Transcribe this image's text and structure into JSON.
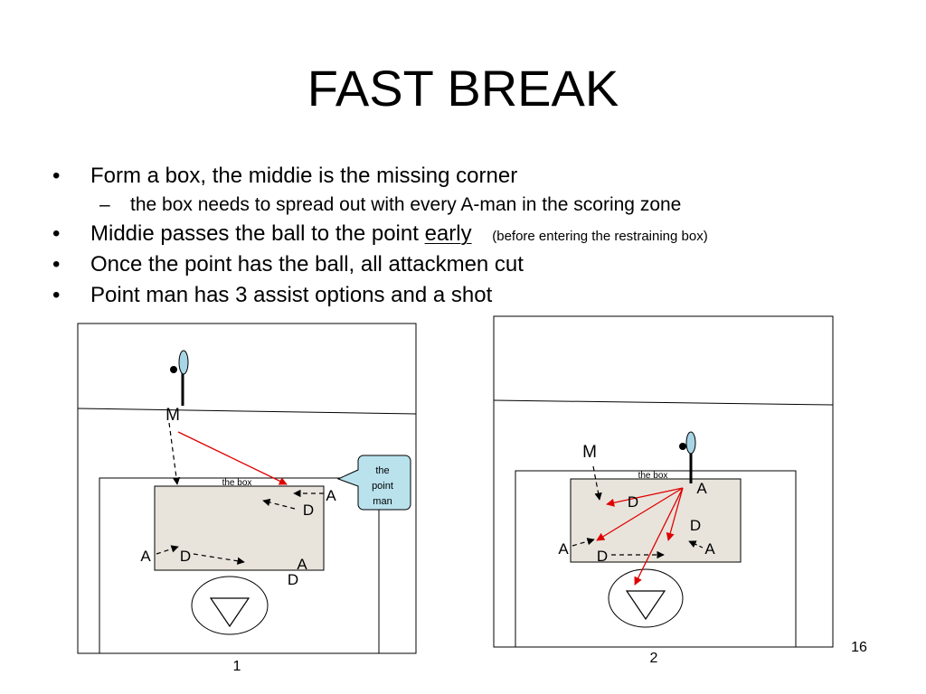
{
  "slide": {
    "title": "FAST BREAK",
    "page_number": "16"
  },
  "bullets": {
    "b1": "Form a box, the middie is the missing corner",
    "b1_sub": "the box needs to spread out with every A-man in the scoring zone",
    "b2_pre": "Middie passes the ball to the point ",
    "b2_emph": "early",
    "b2_note": "(before entering the restraining box)",
    "b3": "Once the point has the ball, all attackmen cut",
    "b4": "Point man has 3 assist options and a shot",
    "bullet_char": "•",
    "dash_char": "–"
  },
  "diagram1": {
    "caption": "1",
    "box_label": "the box",
    "callout_line1": "the",
    "callout_line2": "point",
    "callout_line3": "man",
    "players": {
      "m": "M",
      "a1": "A",
      "d1": "D",
      "a2": "A",
      "d2": "D",
      "a3": "A",
      "d3": "D"
    }
  },
  "diagram2": {
    "caption": "2",
    "box_label": "the box",
    "players": {
      "m": "M",
      "a1": "A",
      "d1": "D",
      "d2": "D",
      "a2": "A",
      "d3": "D",
      "a3": "A"
    }
  },
  "colors": {
    "pass_arrow": "#e00000",
    "box_fill": "#e8e4dc",
    "callout_fill": "#b9e2ed",
    "stick_head": "#a8d5e6"
  }
}
